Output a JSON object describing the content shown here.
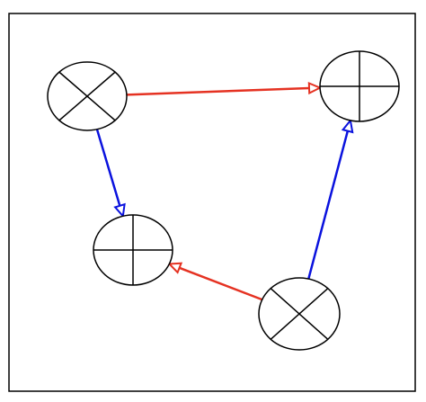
{
  "diagram": {
    "nodes": [
      {
        "id": "n1",
        "symbol": "x-circle-icon"
      },
      {
        "id": "n2",
        "symbol": "plus-circle-icon"
      },
      {
        "id": "n3",
        "symbol": "plus-circle-icon"
      },
      {
        "id": "n4",
        "symbol": "x-circle-icon"
      }
    ],
    "edges": [
      {
        "from": "n1",
        "to": "n2",
        "color": "#e53222"
      },
      {
        "from": "n1",
        "to": "n3",
        "color": "#0a12de"
      },
      {
        "from": "n4",
        "to": "n2",
        "color": "#0a12de"
      },
      {
        "from": "n4",
        "to": "n3",
        "color": "#e53222"
      }
    ]
  }
}
